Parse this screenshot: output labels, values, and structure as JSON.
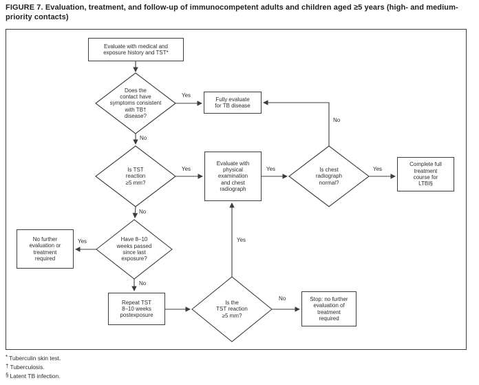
{
  "title": "FIGURE 7. Evaluation, treatment, and follow-up of immunocompetent adults and children aged ≥5 years (high- and medium-priority contacts)",
  "flowchart": {
    "nodes": {
      "evaluate_history": {
        "type": "process",
        "text": "Evaluate with medical and\nexposure history and TST*"
      },
      "symptoms_decision": {
        "type": "decision",
        "text": "Does the\ncontact have\nsymptoms consistent\nwith TB†\ndisease?"
      },
      "fully_evaluate": {
        "type": "process",
        "text": "Fully evaluate\nfor TB disease"
      },
      "tst_decision": {
        "type": "decision",
        "text": "Is TST\nreaction\n≥5 mm?"
      },
      "physical_exam": {
        "type": "process",
        "text": "Evaluate with\nphysical\nexamination\nand chest\nradiograph"
      },
      "radiograph_decision": {
        "type": "decision",
        "text": "Is chest\nradiograph\nnormal?"
      },
      "complete_treatment": {
        "type": "process",
        "text": "Complete full\ntreatment\ncourse for\nLTBI§"
      },
      "weeks_decision": {
        "type": "decision",
        "text": "Have 8–10\nweeks passed\nsince last\nexposure?"
      },
      "no_further": {
        "type": "process",
        "text": "No further\nevaluation or\ntreatment\nrequired"
      },
      "repeat_tst": {
        "type": "process",
        "text": "Repeat TST\n8–10 weeks\npostexposure"
      },
      "repeat_tst_decision": {
        "type": "decision",
        "text": "Is the\nTST reaction\n≥5 mm?"
      },
      "stop": {
        "type": "process",
        "text": "Stop: no further\nevaluation of\ntreatment\nrequired"
      }
    },
    "edge_labels": {
      "symptoms_yes": "Yes",
      "symptoms_no": "No",
      "tst_yes": "Yes",
      "tst_no": "No",
      "exam_yes": "Yes",
      "radiograph_yes": "Yes",
      "radiograph_no": "No",
      "weeks_yes": "Yes",
      "weeks_no": "No",
      "repeat_yes": "Yes",
      "repeat_no": "No"
    }
  },
  "footnotes": [
    {
      "symbol": "*",
      "text": "Tuberculin skin test."
    },
    {
      "symbol": "†",
      "text": "Tuberculosis."
    },
    {
      "symbol": "§",
      "text": "Latent TB infection."
    }
  ],
  "colors": {
    "line": "#3c3c3c",
    "text": "#2b2b2b",
    "background": "#ffffff"
  }
}
